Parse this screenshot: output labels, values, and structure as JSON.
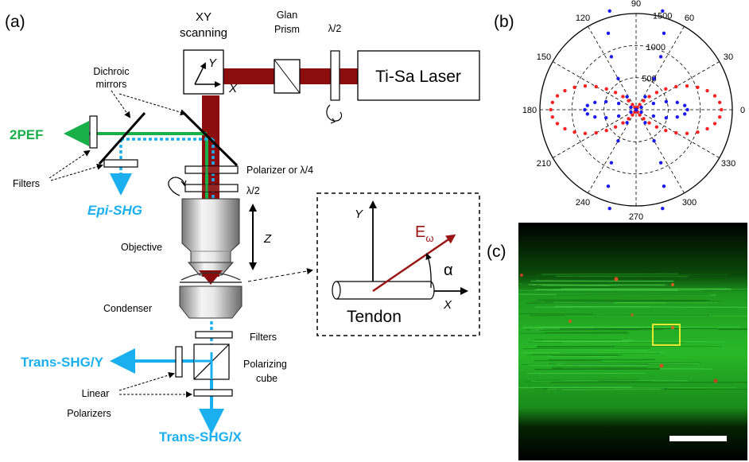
{
  "panels": {
    "a": "(a)",
    "b": "(b)",
    "c": "(c)"
  },
  "setup": {
    "xy_scanning_line1": "XY",
    "xy_scanning_line2": "scanning",
    "glan_line1": "Glan",
    "glan_line2": "Prism",
    "half_wave_top": "λ/2",
    "laser": "Ti-Sa Laser",
    "dichroic_line1": "Dichroic",
    "dichroic_line2": "mirrors",
    "out_2pef": "2PEF",
    "filters_left": "Filters",
    "epi_shg": "Epi-SHG",
    "polarizer_or": "Polarizer or λ/4",
    "half_wave": "λ/2",
    "objective": "Objective",
    "z_axis": "Z",
    "condenser": "Condenser",
    "filters_bottom": "Filters",
    "polarizing_line1": "Polarizing",
    "polarizing_line2": "cube",
    "trans_y": "Trans-SHG/Y",
    "linear_line1": "Linear",
    "linear_line2": "Polarizers",
    "trans_x": "Trans-SHG/X",
    "scan_axis_x": "X",
    "scan_axis_y": "Y"
  },
  "inset": {
    "axis_y": "Y",
    "axis_x": "X",
    "field_E": "E",
    "field_sub": "ω",
    "angle": "α",
    "tendon": "Tendon"
  },
  "polar_plot": {
    "angle_labels": [
      "0",
      "30",
      "60",
      "90",
      "120",
      "150",
      "180",
      "210",
      "240",
      "270",
      "300",
      "330"
    ],
    "radial_labels": [
      "500",
      "1000",
      "1500"
    ],
    "rmax": 1500,
    "series": [
      {
        "color": "#ff2020",
        "A": 470,
        "B": 680,
        "C": 180
      },
      {
        "color": "#1a1aee",
        "A": 640,
        "B": -640,
        "C": 800
      }
    ]
  },
  "colors": {
    "laser_beam": "#8b0d0d",
    "shg": "#1ab0f0",
    "pef": "#19b04a",
    "tissue": "#22aa22"
  }
}
